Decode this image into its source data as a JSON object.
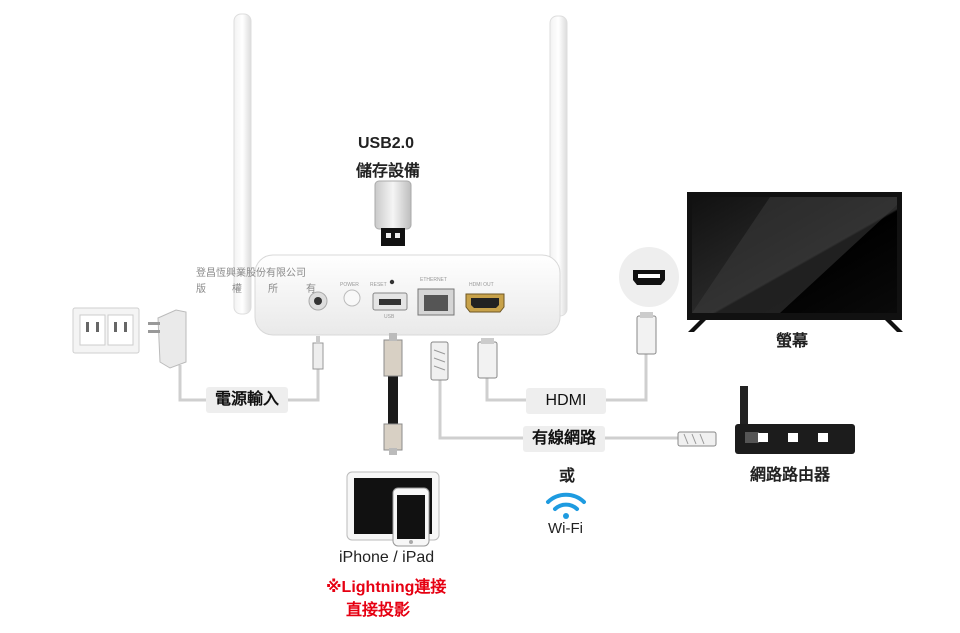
{
  "labels": {
    "usb_title": "USB2.0",
    "usb_subtitle": "儲存設備",
    "screen": "螢幕",
    "power_input": "電源輸入",
    "hdmi": "HDMI",
    "wired_network": "有線網路",
    "or": "或",
    "wifi": "Wi-Fi",
    "router": "網路路由器",
    "device": "iPhone / iPad",
    "lightning_note": "※Lightning連接",
    "direct_cast": "直接投影",
    "watermark_line1": "登昌恆興業股份有限公司",
    "watermark_line2": [
      "版",
      "權",
      "所",
      "有"
    ]
  },
  "device_ports": {
    "power": "POWER",
    "reset": "RESET",
    "ethernet": "ETHERNET",
    "hdmi_out": "HDMI OUT",
    "usb": "USB"
  },
  "colors": {
    "accent_red": "#e60012",
    "wifi_blue": "#1e9be0",
    "cable_gray": "#cfcfcf",
    "tag_bg": "#eeeeee"
  }
}
